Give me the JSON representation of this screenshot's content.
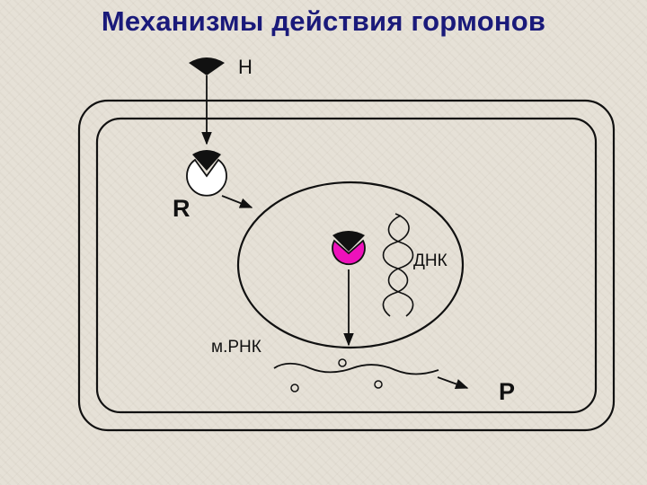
{
  "slide": {
    "title": "Механизмы действия гормонов"
  },
  "labels": {
    "hormone": "Н",
    "receptor": "R",
    "dna": "ДНК",
    "mrna": "м.РНК",
    "protein": "Р"
  },
  "colors": {
    "title": "#1a1a7a",
    "activated_complex": "#ee11bb",
    "receptor": "#ffffff",
    "stroke": "#111111"
  }
}
